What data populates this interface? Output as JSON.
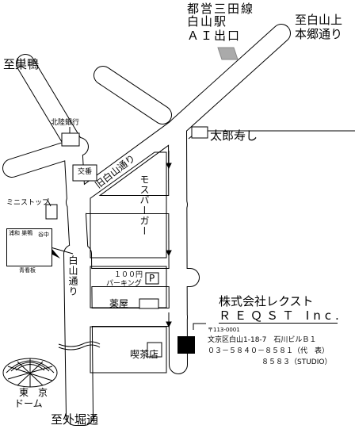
{
  "station": {
    "line1": "都営三田線",
    "line2": "白山駅",
    "line3": "ＡＩ出口"
  },
  "direction": {
    "hakusan_ue": "至白山上",
    "hongo_dori": "本郷通り",
    "sugamo": "至巣鴨",
    "sotobori": "至外堀通"
  },
  "roads": {
    "kyu_hakusan": "旧白山通り",
    "hakusan": "白山通り"
  },
  "landmarks": {
    "hokuriku_bank": "北陸銀行",
    "koban": "交番",
    "taro_sushi": "太郎寿し",
    "mos_burger": "モスバーガー",
    "mini_stop": "ミニストップ",
    "parking_price": "１００円",
    "parking_word": "パーキング",
    "parking_p": "P",
    "pharmacy": "薬屋",
    "cafe": "喫茶店",
    "tokyo_dome_1": "東　京",
    "tokyo_dome_2": "ドーム"
  },
  "sign_board": {
    "left": "浦和 巣鴨",
    "right": "谷中",
    "caption": "青看板"
  },
  "company": {
    "name_jp": "株式会社レクスト",
    "name_en": "ＲＥＱＳＴ Inc.",
    "zip": "〒113-0001",
    "address": "文京区白山1-18-7　石川ビルＢ１",
    "phone": "０３－５８４０－８５８１（代　表）",
    "studio": "８５８３（STUDIO）"
  }
}
